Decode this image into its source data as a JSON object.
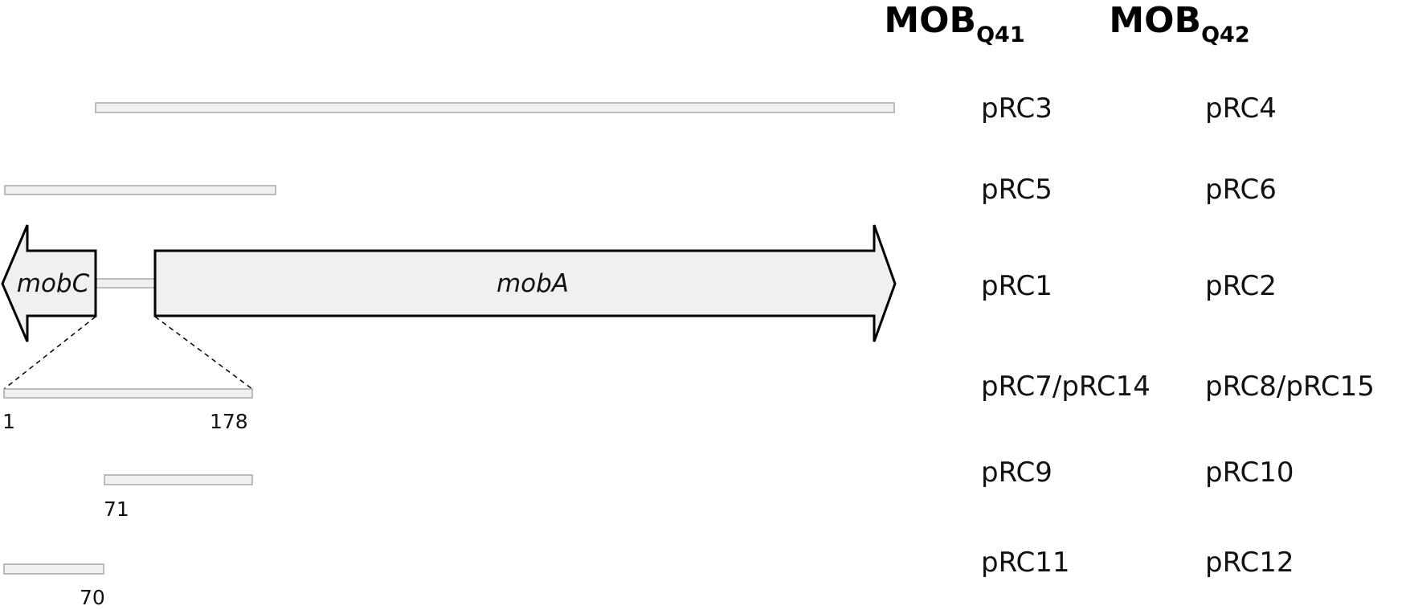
{
  "columns": [
    {
      "main": "MOB",
      "sub": "Q41"
    },
    {
      "main": "MOB",
      "sub": "Q42"
    }
  ],
  "genes": {
    "mobC": "mobC",
    "mobA": "mobA"
  },
  "positions": {
    "start": "1",
    "end": "178",
    "pos71": "71",
    "pos70": "70"
  },
  "rows": [
    {
      "q41": "pRC3",
      "q42": "pRC4"
    },
    {
      "q41": "pRC5",
      "q42": "pRC6"
    },
    {
      "q41": "pRC1",
      "q42": "pRC2"
    },
    {
      "q41": "pRC7/pRC14",
      "q42": "pRC8/pRC15"
    },
    {
      "q41": "pRC9",
      "q42": "pRC10"
    },
    {
      "q41": "pRC11",
      "q42": "pRC12"
    }
  ],
  "colors": {
    "fill": "#f0f0f0",
    "bar_stroke": "#a8a8a8",
    "arrow_stroke": "#000000"
  }
}
